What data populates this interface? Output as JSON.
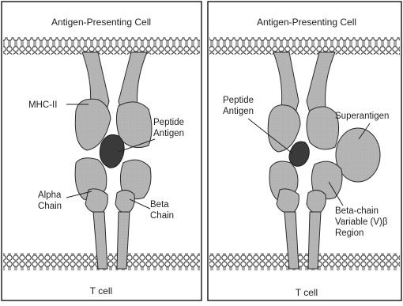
{
  "panels": [
    {
      "title": "Antigen-Presenting Cell",
      "bottom_label": "T cell",
      "labels": {
        "mhc": "MHC-II",
        "peptide_line1": "Peptide",
        "peptide_line2": "Antigen",
        "alpha_line1": "Alpha",
        "alpha_line2": "Chain",
        "beta_line1": "Beta",
        "beta_line2": "Chain"
      }
    },
    {
      "title": "Antigen-Presenting Cell",
      "bottom_label": "T cell",
      "labels": {
        "peptide_line1": "Peptide",
        "peptide_line2": "Antigen",
        "superantigen": "Superantigen",
        "vbeta_line1": "Beta-chain",
        "vbeta_line2": "Variable (V)β",
        "vbeta_line3": "Region"
      }
    }
  ],
  "colors": {
    "protein_fill": "#b7b7b7",
    "peptide_fill": "#3a3a3a",
    "outline": "#2a2a2a",
    "membrane_head": "#ffffff"
  }
}
